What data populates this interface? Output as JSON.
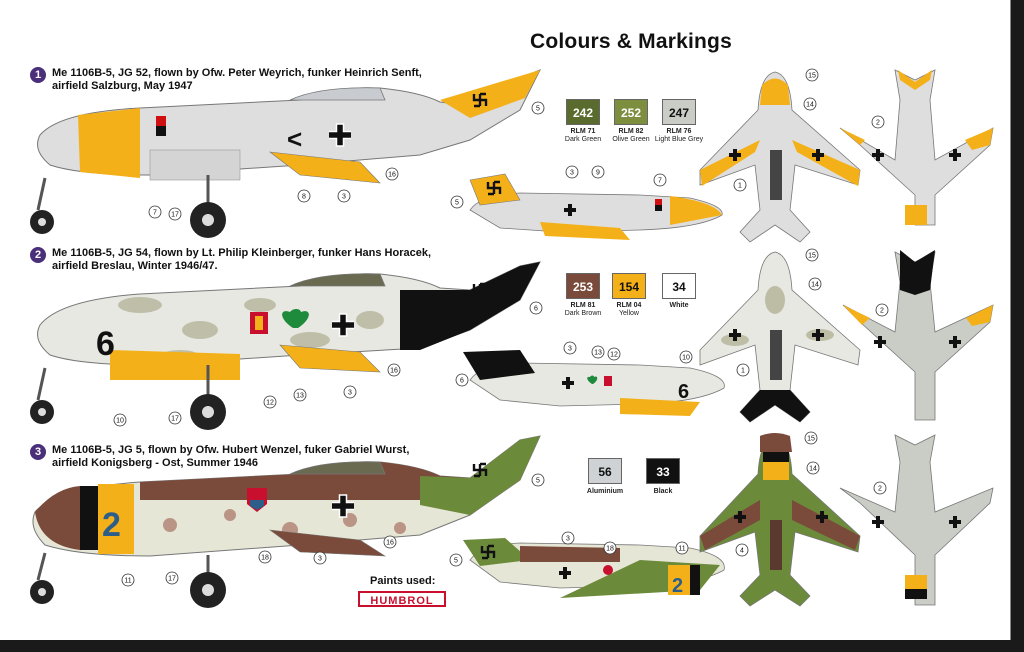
{
  "title": "Colours & Markings",
  "schemes": [
    {
      "number": "1",
      "caption": "Me 1106B-5, JG 52, flown by Ofw. Peter Weyrich, funker Heinrich Senft, airfield Salzburg, May 1947",
      "fuselage_code": "<"
    },
    {
      "number": "2",
      "caption": "Me 1106B-5, JG 54, flown by Lt. Philip Kleinberger, funker Hans Horacek, airfield Breslau, Winter 1946/47.",
      "fuselage_code": "6"
    },
    {
      "number": "3",
      "caption": "Me 1106B-5, JG 5, flown by Ofw. Hubert Wenzel, fuker Gabriel Wurst, airfield Konigsberg - Ost, Summer 1946",
      "fuselage_code": "2"
    }
  ],
  "swatches": [
    {
      "code": "242",
      "name": "RLM 71",
      "desc": "Dark Green",
      "color": "#5a6b2e",
      "text_color": "#ffffff"
    },
    {
      "code": "252",
      "name": "RLM 82",
      "desc": "Olive Green",
      "color": "#7d8f3e",
      "text_color": "#ffffff"
    },
    {
      "code": "247",
      "name": "RLM 76",
      "desc": "Light Blue Grey",
      "color": "#c9cdc6",
      "text_color": "#111111"
    },
    {
      "code": "253",
      "name": "RLM 81",
      "desc": "Dark Brown",
      "color": "#7a4a3a",
      "text_color": "#ffffff"
    },
    {
      "code": "154",
      "name": "RLM 04",
      "desc": "Yellow",
      "color": "#f4b019",
      "text_color": "#111111"
    },
    {
      "code": "34",
      "name": "White",
      "desc": "",
      "color": "#ffffff",
      "text_color": "#111111"
    },
    {
      "code": "56",
      "name": "Aluminium",
      "desc": "",
      "color": "#cfd2d4",
      "text_color": "#111111"
    },
    {
      "code": "33",
      "name": "Black",
      "desc": "",
      "color": "#111111",
      "text_color": "#ffffff"
    }
  ],
  "callouts": [
    "1",
    "2",
    "3",
    "4",
    "5",
    "6",
    "7",
    "8",
    "9",
    "10",
    "11",
    "12",
    "13",
    "14",
    "15",
    "16",
    "17",
    "18"
  ],
  "paints_label": "Paints used:",
  "brand": "HUMBROL",
  "colors": {
    "yellow": "#f4b019",
    "light_grey": "#dcdcdc",
    "green": "#6b8a3a",
    "brown": "#7a4a3a",
    "black": "#111111",
    "badge": "#4a2f7a"
  }
}
